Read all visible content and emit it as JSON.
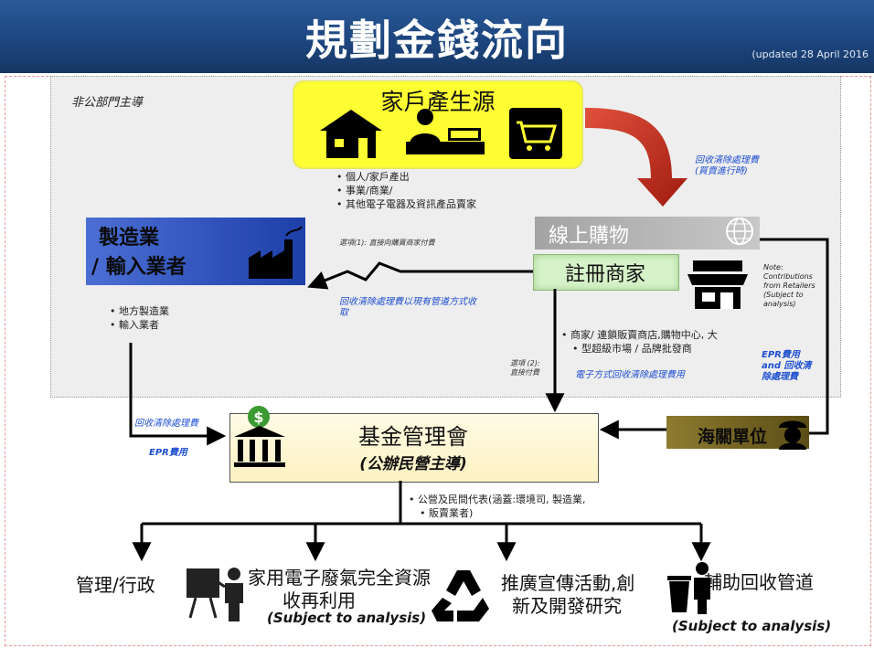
{
  "header": {
    "title": "規劃金錢流向",
    "updated": "(updated 28 April 2016"
  },
  "private_sector": {
    "label": "非公部門主導"
  },
  "household": {
    "title": "家戶產生源",
    "bullets": [
      "個人/家戶產出",
      "事業/商業/",
      "其他電子電器及資訊產品賣家"
    ],
    "icons": [
      "house-icon",
      "office-worker-icon",
      "shopping-cart-icon"
    ]
  },
  "recycling_fee_note": {
    "line1": "回收清除處理費",
    "line2": "(買賣進行時)"
  },
  "manufacturer": {
    "line1": "製造業",
    "line2": "/ 輸入業者",
    "bullets": [
      "地方製造業",
      "輸入業者"
    ],
    "icon": "factory-icon"
  },
  "option1": "選項(1): 直接向購買商家付費",
  "existing_channel_fee": {
    "line1": "回收清除處理費以現有管道方式收",
    "line2": "取"
  },
  "online": {
    "label": "線上購物",
    "icon": "globe-icon"
  },
  "retailer": {
    "label": "註冊商家",
    "bullets": [
      "商家/ 連鎖販賣商店,購物中心, 大",
      "型超級市場 / 品牌批發商"
    ],
    "electronic_fee": "電子方式回收清除處理費用",
    "icon": "shop-icon"
  },
  "note": {
    "lines": [
      "Note:",
      "Contributions",
      "from Retailers",
      "(Subject to",
      "analysis)"
    ]
  },
  "option2": {
    "line1": "選項 (2):",
    "line2": "直接付費"
  },
  "epr_right": {
    "line1": "EPR費用",
    "line2": "and 回收清",
    "line3": "除處理費"
  },
  "left_fee": {
    "line1": "回收清除處理費",
    "line2": "EPR費用"
  },
  "fund": {
    "title": "基金管理會",
    "subtitle": "(公辦民營主導)",
    "bullets": [
      "公營及民間代表(涵蓋:環境司, 製造業,",
      "販賣業者)"
    ],
    "icon": "bank-icon"
  },
  "customs": {
    "label": "海關單位",
    "icon": "customs-officer-icon"
  },
  "outputs": {
    "admin": "管理/行政",
    "recycling_line1": "家用電子廢氣完全資源",
    "recycling_line2": "收再利用",
    "recycling_subject": "(Subject to analysis)",
    "promotion_line1": "推廣宣傳活動,創",
    "promotion_line2": "新及開發研究",
    "channels": "輔助回收管道",
    "channels_subject": "(Subject to analysis)"
  },
  "colors": {
    "banner": "#1d4680",
    "household_fill": "#fefe32",
    "manufacturer_fill": "#2e52c0",
    "retailer_fill": "#d6f2c9",
    "fund_fill": "#fdf2c2",
    "customs_fill": "#6e5f1f",
    "flow_arrow": "#c02a1c",
    "annotation_blue": "#1f4fd1"
  }
}
